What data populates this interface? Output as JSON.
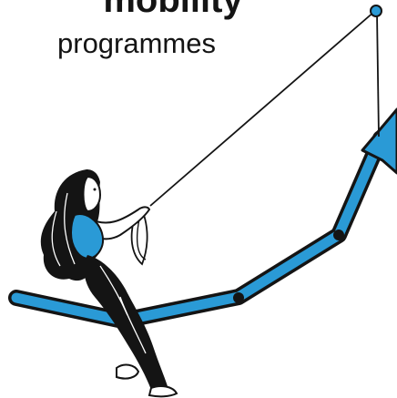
{
  "heading": {
    "line1": "mobility",
    "line2": "programmes"
  },
  "illustration": {
    "subject": "woman pulling a rising arrow with a rope",
    "arrow_color": "#2a9ad6",
    "outline_color": "#141414"
  }
}
